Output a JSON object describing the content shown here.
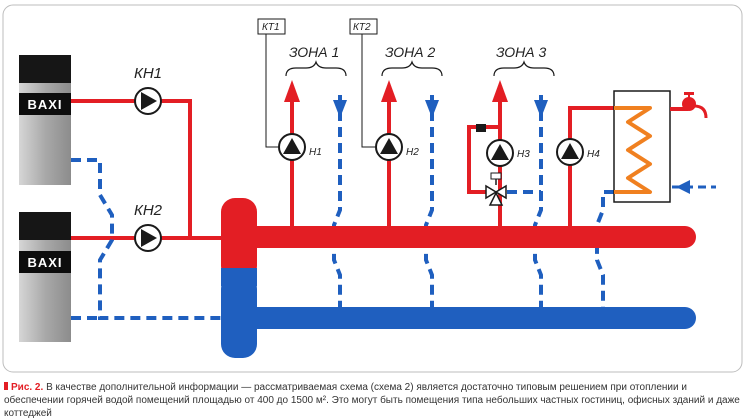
{
  "diagram": {
    "boilers": [
      {
        "brand": "BAXI"
      },
      {
        "brand": "BAXI"
      }
    ],
    "boiler_pumps": [
      {
        "label": "КН1"
      },
      {
        "label": "КН2"
      }
    ],
    "zone_pumps": [
      {
        "label": "Н1"
      },
      {
        "label": "Н2"
      },
      {
        "label": "Н3"
      },
      {
        "label": "Н4"
      }
    ],
    "thermostats": [
      {
        "label": "КТ1"
      },
      {
        "label": "КТ2"
      }
    ],
    "zones": [
      {
        "label": "ЗОНА 1"
      },
      {
        "label": "ЗОНА 2"
      },
      {
        "label": "ЗОНА 3"
      }
    ],
    "colors": {
      "supply": "#e31e24",
      "return": "#1f5fbf",
      "coil": "#f08020",
      "boiler_body": "#a8a8a8"
    }
  },
  "caption": {
    "figure_label": "Рис. 2.",
    "text": "В качестве дополнительной информации — рассматриваемая схема (схема 2) является достаточно типовым решением при отоплении и обеспечении горячей водой помещений площадью от 400 до 1500 м². Это могут быть помещения типа небольших частных гостиниц, офисных зданий и даже коттеджей"
  }
}
